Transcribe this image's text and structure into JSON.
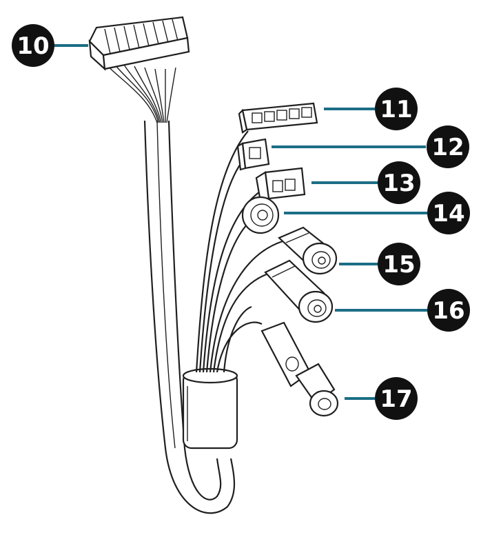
{
  "callouts": [
    {
      "id": "10",
      "label": "10"
    },
    {
      "id": "11",
      "label": "11"
    },
    {
      "id": "12",
      "label": "12"
    },
    {
      "id": "13",
      "label": "13"
    },
    {
      "id": "14",
      "label": "14"
    },
    {
      "id": "15",
      "label": "15"
    },
    {
      "id": "16",
      "label": "16"
    },
    {
      "id": "17",
      "label": "17"
    }
  ],
  "colors": {
    "badge": "#111111",
    "leader": "#1c6e86",
    "line": "#1f1f1f",
    "background": "#ffffff"
  }
}
